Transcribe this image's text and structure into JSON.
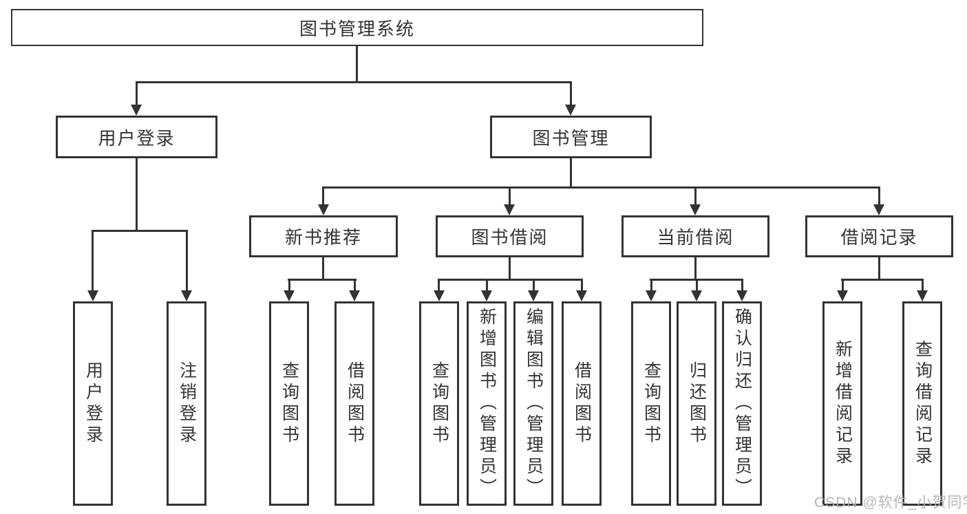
{
  "diagram": {
    "root": {
      "label": "图书管理系统"
    },
    "level2": [
      {
        "label": "用户登录"
      },
      {
        "label": "图书管理"
      }
    ],
    "level3": [
      {
        "label": "新书推荐"
      },
      {
        "label": "图书借阅"
      },
      {
        "label": "当前借阅"
      },
      {
        "label": "借阅记录"
      }
    ],
    "leaves": {
      "login": [
        "用户登录",
        "注销登录"
      ],
      "newbook": [
        "查询图书",
        "借阅图书"
      ],
      "borrow": [
        "查询图书",
        "新增图书（管理员）",
        "编辑图书（管理员）",
        "借阅图书"
      ],
      "current": [
        "查询图书",
        "归还图书",
        "确认归还（管理员）"
      ],
      "records": [
        "新增借阅记录",
        "查询借阅记录"
      ]
    },
    "watermark": "CSDN @软件_小贺同学",
    "colors": {
      "line": "#333333",
      "text": "#333333",
      "watermark": "#b2b2b2",
      "background": "#ffffff"
    }
  }
}
